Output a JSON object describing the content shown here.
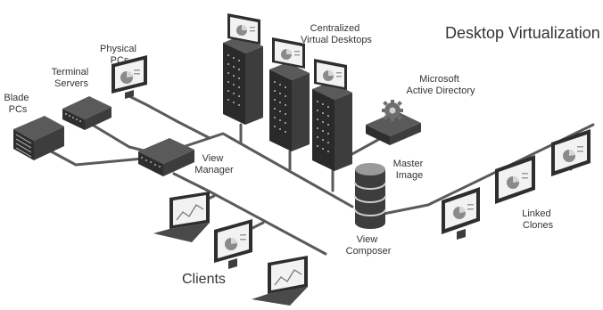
{
  "title": "Desktop Virtualization",
  "labels": {
    "blade_pcs": [
      "Blade",
      "PCs"
    ],
    "terminal_servers": [
      "Terminal",
      "Servers"
    ],
    "physical_pcs": [
      "Physical",
      "PCs"
    ],
    "centralized_desktops": [
      "Centralized",
      "Virtual Desktops"
    ],
    "active_directory": [
      "Microsoft",
      "Active Directory"
    ],
    "view_manager": [
      "View",
      "Manager"
    ],
    "master_image": [
      "Master",
      "Image"
    ],
    "view_composer": [
      "View",
      "Composer"
    ],
    "linked_clones": [
      "Linked",
      "Clones"
    ],
    "clients": "Clients"
  },
  "colors": {
    "background": "#ffffff",
    "cable": "#5a5a5a",
    "device_dark": "#2e2e2e",
    "device_mid": "#4a4a4a",
    "screen": "#f2f2f2",
    "text": "#333333"
  }
}
